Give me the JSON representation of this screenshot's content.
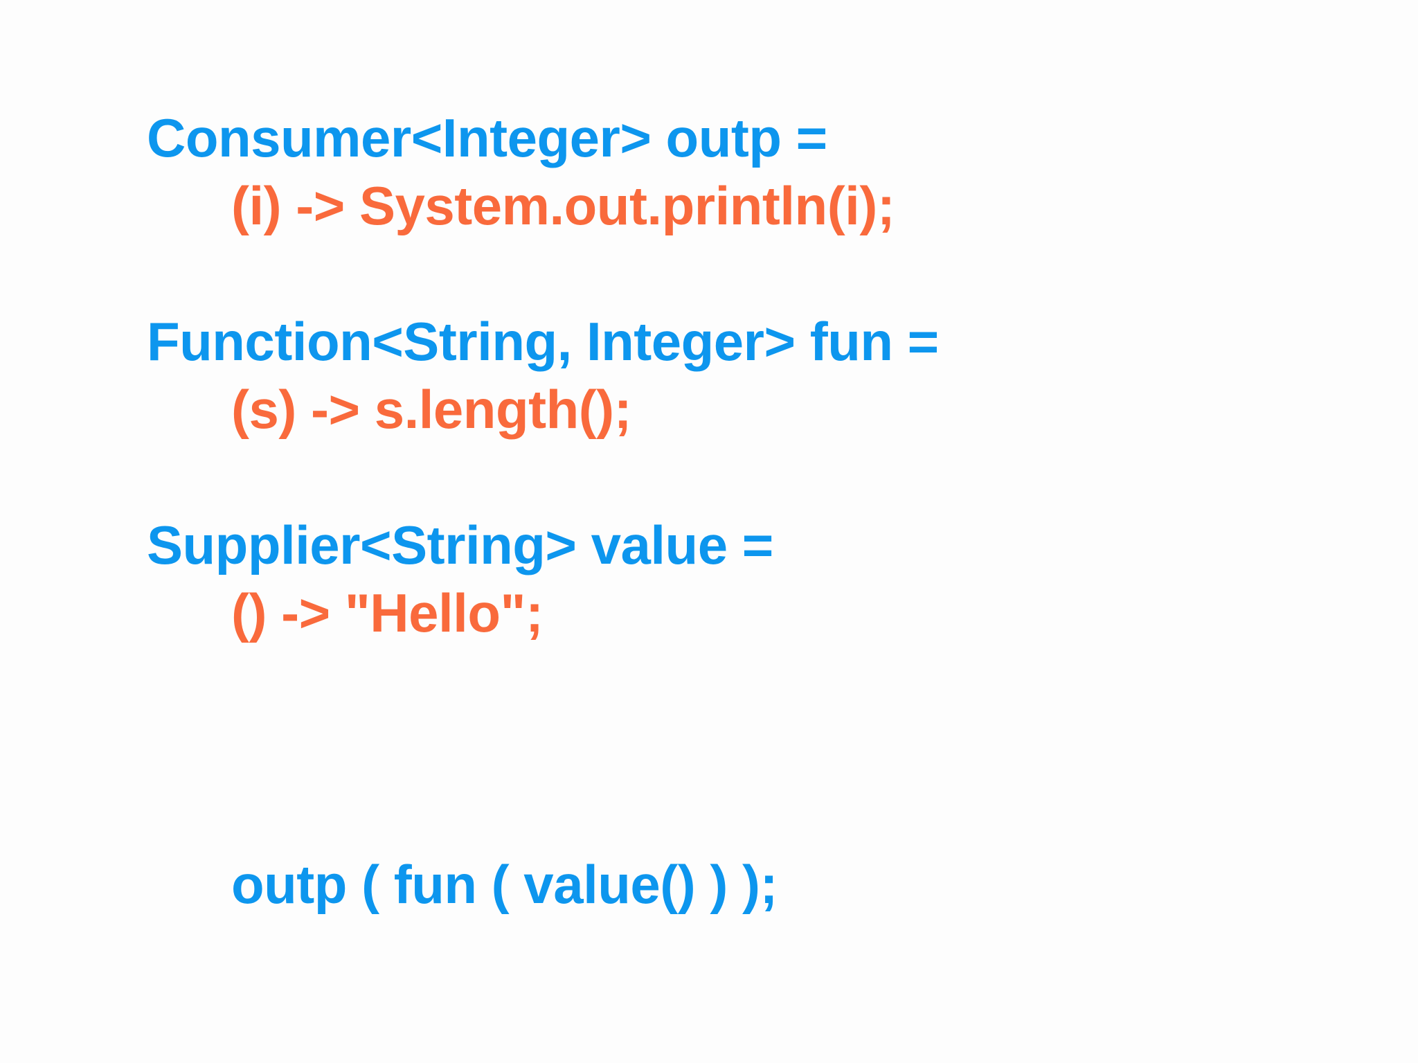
{
  "slide": {
    "background_color": "#fdfdfd",
    "declaration_color": "#0d96ee",
    "lambda_color": "#f96a3c",
    "groups": [
      {
        "name": "consumer-statement",
        "lines": [
          {
            "name": "consumer-declaration-line",
            "text": "Consumer<Integer> outp =",
            "color": "blue",
            "indent": false
          },
          {
            "name": "consumer-lambda-line",
            "text": "(i) -> System.out.println(i);",
            "color": "orange",
            "indent": true
          }
        ]
      },
      {
        "name": "function-statement",
        "lines": [
          {
            "name": "function-declaration-line",
            "text": "Function<String, Integer> fun =",
            "color": "blue",
            "indent": false
          },
          {
            "name": "function-lambda-line",
            "text": "(s) -> s.length();",
            "color": "orange",
            "indent": true
          }
        ]
      },
      {
        "name": "supplier-statement",
        "lines": [
          {
            "name": "supplier-declaration-line",
            "text": "Supplier<String> value =",
            "color": "blue",
            "indent": false
          },
          {
            "name": "supplier-lambda-line",
            "text": "() -> \"Hello\";",
            "color": "orange",
            "indent": true
          }
        ]
      },
      {
        "name": "invocation-statement",
        "lines": [
          {
            "name": "invocation-line",
            "text": "outp ( fun ( value() ) );",
            "color": "blue",
            "indent": true
          }
        ]
      }
    ]
  }
}
